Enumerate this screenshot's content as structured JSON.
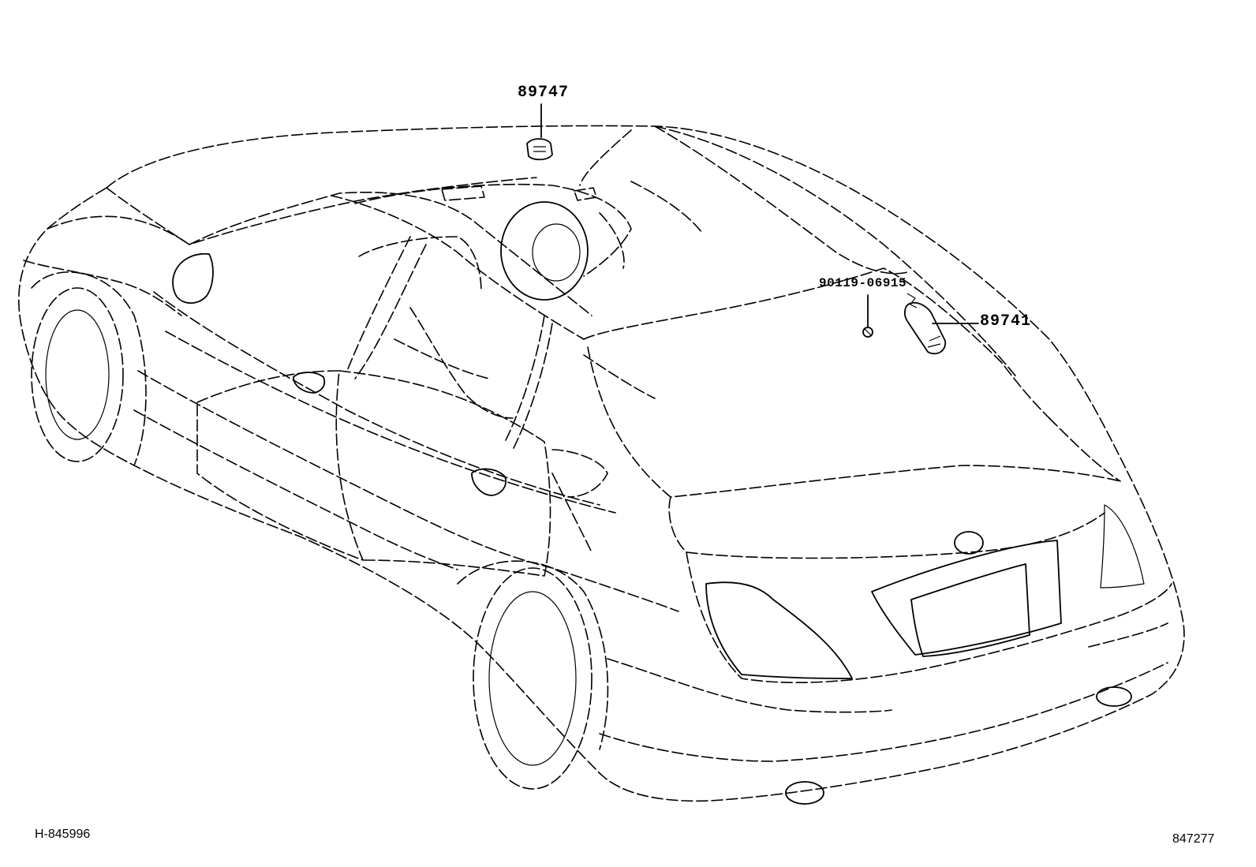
{
  "diagram": {
    "callouts": {
      "part_89747": "89747",
      "part_90119": "90119-06915",
      "part_89741": "89741"
    },
    "reference_left": "H-845996",
    "reference_right": "847277",
    "colors": {
      "line": "#000000",
      "background": "#ffffff"
    }
  }
}
